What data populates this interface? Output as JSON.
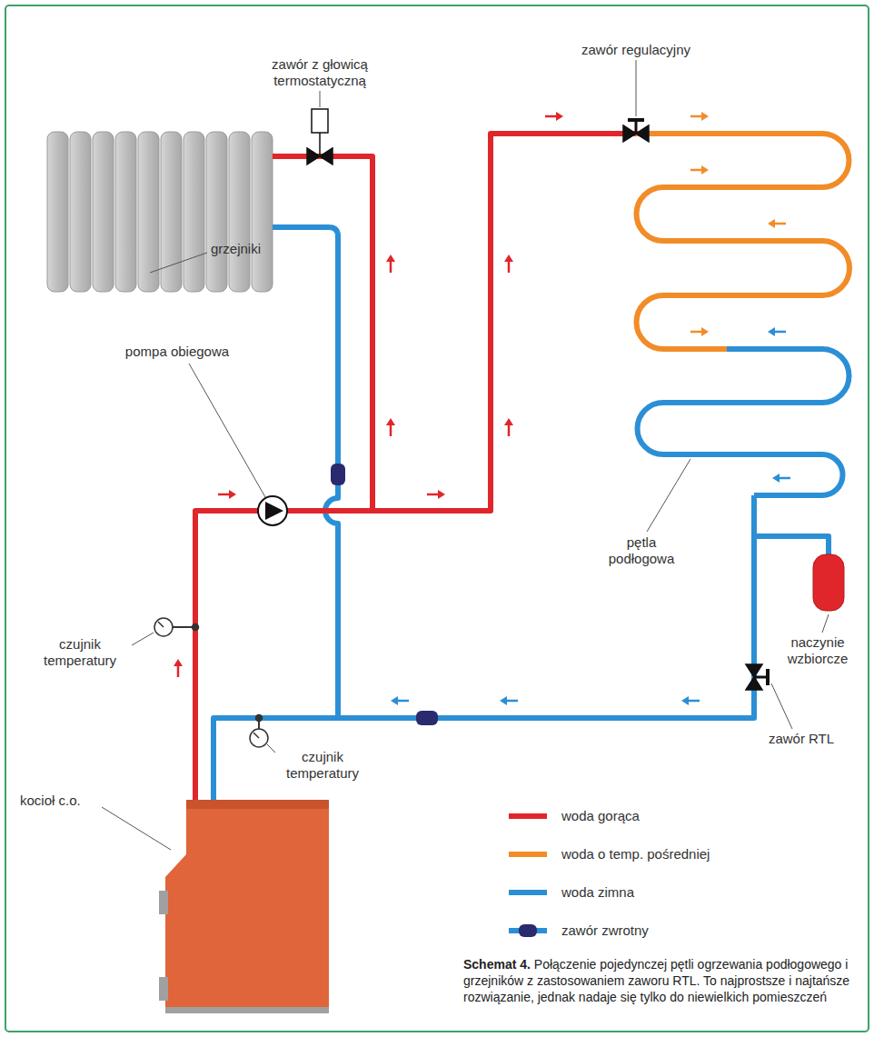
{
  "diagram": {
    "title": "Schemat 4.",
    "caption": "Połączenie pojedynczej pętli ogrzewania podłogowego i grzejników z zastosowaniem zaworu RTL. To najprostsze i najtańsze rozwiązanie, jednak nadaje się tylko do niewielkich pomieszczeń",
    "labels": [
      "zawór z głowicą termostatyczną",
      "zawór regulacyjny",
      "grzejniki",
      "pompa obiegowa",
      "pętla podłogowa",
      "naczynie wzbiorcze",
      "czujnik temperatury",
      "czujnik temperatury",
      "zawór RTL",
      "kocioł c.o."
    ],
    "legend": [
      {
        "text": "woda gorąca"
      },
      {
        "text": "woda o temp. pośredniej"
      },
      {
        "text": "woda zimna"
      },
      {
        "text": "zawór zwrotny"
      }
    ]
  }
}
